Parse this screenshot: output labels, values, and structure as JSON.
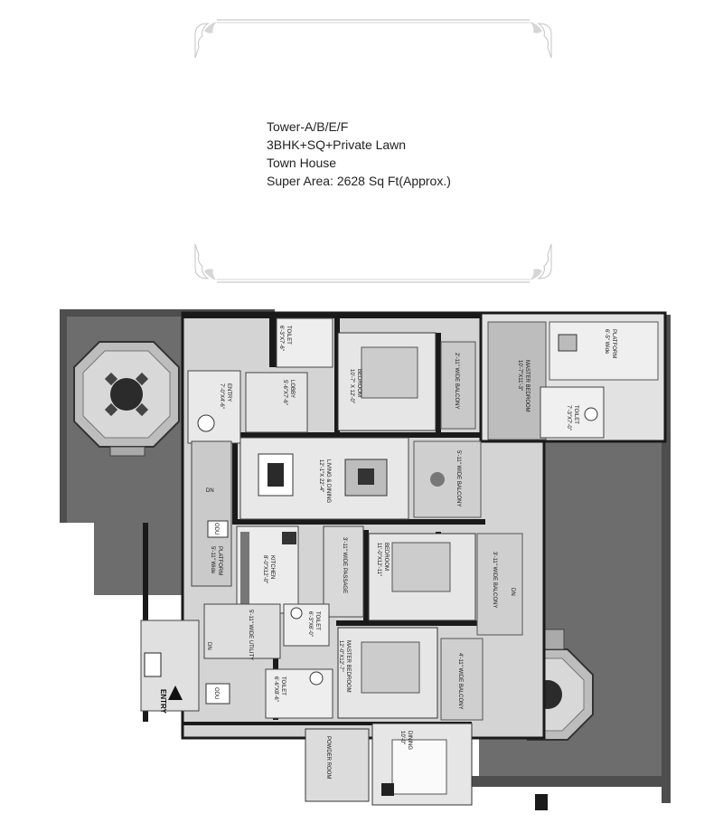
{
  "header": {
    "tower": "Tower-A/B/E/F",
    "config": "3BHK+SQ+Private Lawn",
    "type": "Town House",
    "super_area": "Super Area: 2628 Sq Ft(Approx.)"
  },
  "rooms": {
    "toilet_1": "TOILET",
    "toilet_1_size": "6'-3\"X7'-6\"",
    "entry_top": "ENTRY",
    "entry_top_size": "7'-0\"X4'-6\"",
    "lobby": "LOBBY",
    "lobby_size": "5'-6\"X7'-6\"",
    "bedroom_1": "BEDROOM",
    "bedroom_1_size": "10'-7\" X 12'-0\"",
    "balcony_1": "2'-11\" WIDE BALCONY",
    "master_bedroom_1": "MASTER BEDROOM",
    "master_bedroom_1_size": "10'-7\"X11'-3\"",
    "platform_1": "PLATFORM",
    "platform_1_size": "6'-5\" Wide",
    "toilet_2": "TOILET",
    "toilet_2_size": "7'-3\"X7'-0\"",
    "living_dining": "LIVING & DINING",
    "living_dining_size": "12'-1\"X 22'-4\"",
    "balcony_2": "5'-11\" WIDE BALCONY",
    "dn_1": "DN",
    "odu_1": "ODU",
    "platform_2": "PLATFORM",
    "platform_2_size": "5'-11\" Wide",
    "kitchen": "KITCHEN",
    "kitchen_size": "8'-0\"X12'-0\"",
    "passage": "3'-11\" WIDE PASSAGE",
    "bedroom_2": "BEDROOM",
    "bedroom_2_size": "11'-0\"X12'-11\"",
    "balcony_3": "3'-11\" WIDE BALCONY",
    "dn_2": "DN",
    "utility": "5'-11\" WIDE UTILITY",
    "toilet_3": "TOILET",
    "toilet_3_size": "6'-3\"X6'-0\"",
    "dn_3": "DN",
    "master_bedroom_2": "MASTER BEDROOM",
    "master_bedroom_2_size": "12'-0\"X12'-7\"",
    "balcony_4": "4'-11\" WIDE BALCONY",
    "toilet_4": "TOILET",
    "toilet_4_size": "6'-6\"X8'-6\"",
    "odu_2": "ODU",
    "entry_main": "ENTRY",
    "dining": "DINING",
    "dining_size": "10'-0\"",
    "powder_room": "POWDER ROOM"
  },
  "colors": {
    "lawn": "#6d6d6d",
    "wall": "#1a1a1a",
    "floor": "#d4d4d4",
    "wood": "#b8b8b8",
    "hedge": "#555555"
  }
}
